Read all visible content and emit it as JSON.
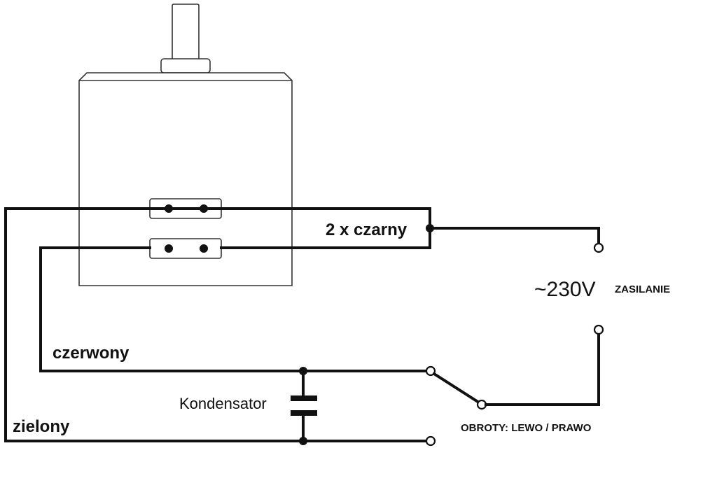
{
  "labels": {
    "black_wires": "2 x czarny",
    "red_wire": "czerwony",
    "green_wire": "zielony",
    "capacitor": "Kondensator",
    "voltage": "~230V",
    "supply": "ZASILANIE",
    "rotation": "OBROTY: LEWO / PRAWO"
  },
  "colors": {
    "line": "#111111",
    "motor_outline": "#333333",
    "background": "#ffffff"
  }
}
